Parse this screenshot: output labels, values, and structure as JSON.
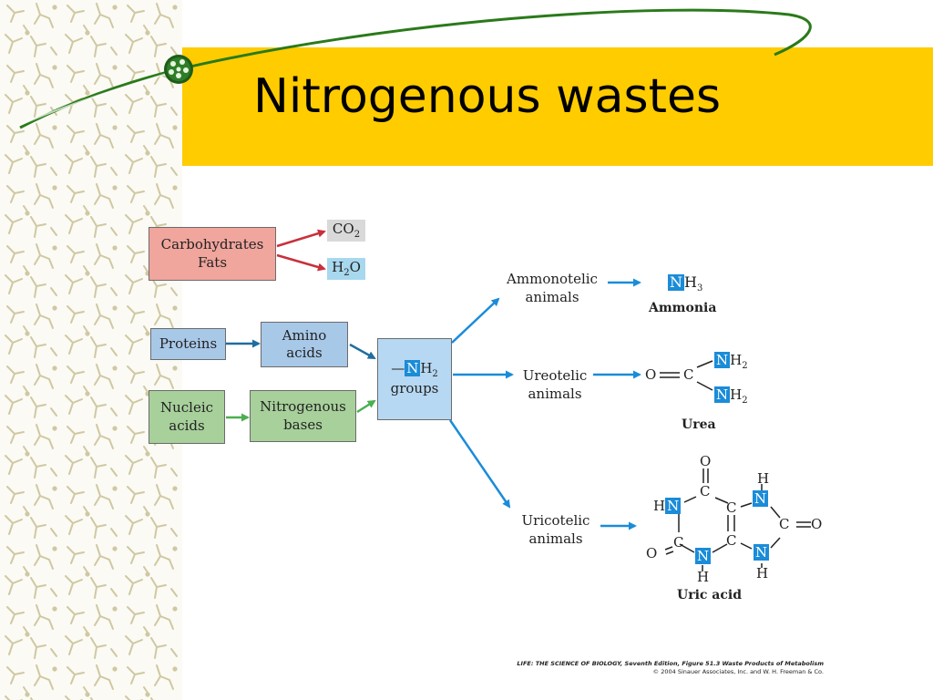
{
  "slide": {
    "title": "Nitrogenous wastes",
    "colors": {
      "banner": "#ffcc00",
      "arrow_blue": "#1a8cd8",
      "arrow_red": "#c8303c",
      "arrow_green": "#4caf50"
    }
  },
  "diagram": {
    "carb_box": {
      "line1": "Carbohydrates",
      "line2": "Fats"
    },
    "co2": {
      "label": "CO",
      "sub": "2"
    },
    "h2o": {
      "label": "H",
      "sub": "2",
      "tail": "O"
    },
    "proteins_box": {
      "label": "Proteins"
    },
    "amino_box": {
      "line1": "Amino",
      "line2": "acids"
    },
    "nucleic_box": {
      "line1": "Nucleic",
      "line2": "acids"
    },
    "bases_box": {
      "line1": "Nitrogenous",
      "line2": "bases"
    },
    "nh2_box": {
      "dash": "—",
      "n": "N",
      "h": "H",
      "sub": "2",
      "line2": "groups"
    },
    "ammonotelic": {
      "line1": "Ammonotelic",
      "line2": "animals"
    },
    "ureotelic": {
      "line1": "Ureotelic",
      "line2": "animals"
    },
    "uricotelic": {
      "line1": "Uricotelic",
      "line2": "animals"
    },
    "ammonia": {
      "n": "N",
      "h": "H",
      "sub": "3",
      "name": "Ammonia"
    },
    "urea": {
      "o": "O",
      "c": "C",
      "n": "N",
      "h": "H",
      "sub": "2",
      "name": "Urea"
    },
    "uric_acid": {
      "o": "O",
      "c": "C",
      "n": "N",
      "h": "H",
      "name": "Uric acid"
    }
  },
  "credit": {
    "line1": "LIFE: THE SCIENCE OF BIOLOGY, Seventh Edition, Figure 51.3 Waste Products of Metabolism",
    "line2": "© 2004 Sinauer Associates, Inc. and W. H. Freeman & Co."
  },
  "icons": [
    "molecule-pattern",
    "sphere-bullet-icon"
  ]
}
